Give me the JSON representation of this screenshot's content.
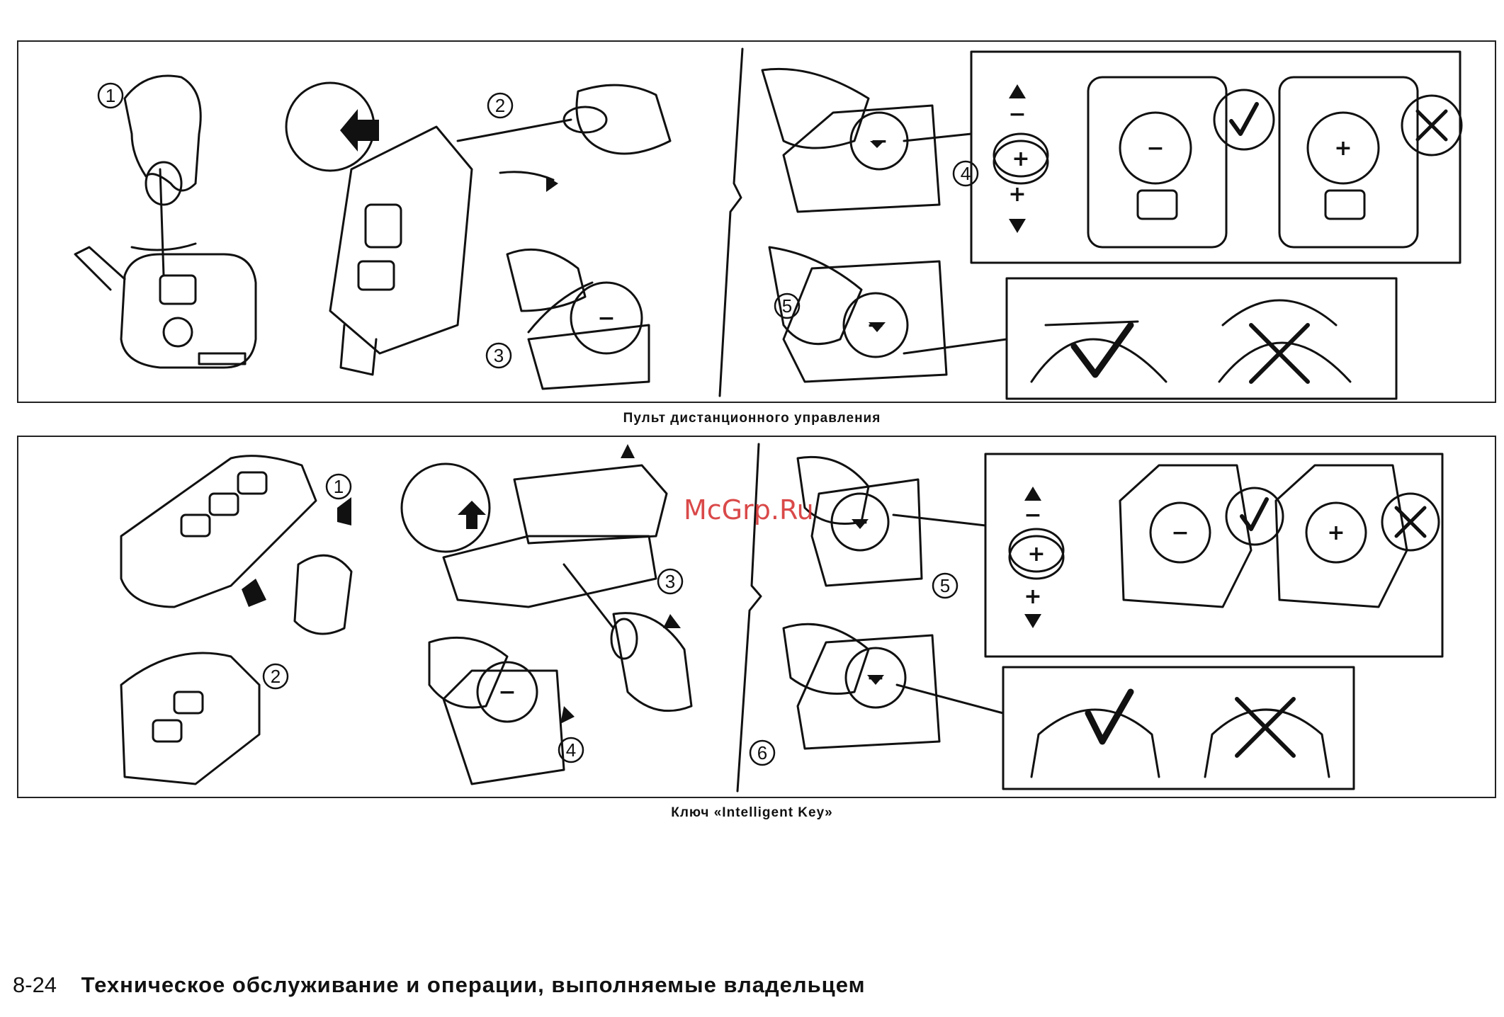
{
  "panels": [
    {
      "caption": "Пульт дистанционного управления",
      "steps": [
        "1",
        "2",
        "3",
        "4",
        "5"
      ]
    },
    {
      "caption": "Ключ «Intelligent Key»",
      "steps": [
        "1",
        "2",
        "3",
        "4",
        "5",
        "6"
      ]
    }
  ],
  "battery_signs": {
    "minus": "−",
    "plus": "+"
  },
  "watermark": "McGrp.Ru",
  "footer": {
    "page_number": "8-24",
    "title": "Техническое обслуживание и операции, выполняемые владельцем"
  },
  "icons": [
    "hand-icon",
    "screwdriver-icon",
    "key-fob-icon",
    "coin-battery-icon",
    "arrow-icon",
    "check-mark-icon",
    "cross-mark-icon"
  ]
}
